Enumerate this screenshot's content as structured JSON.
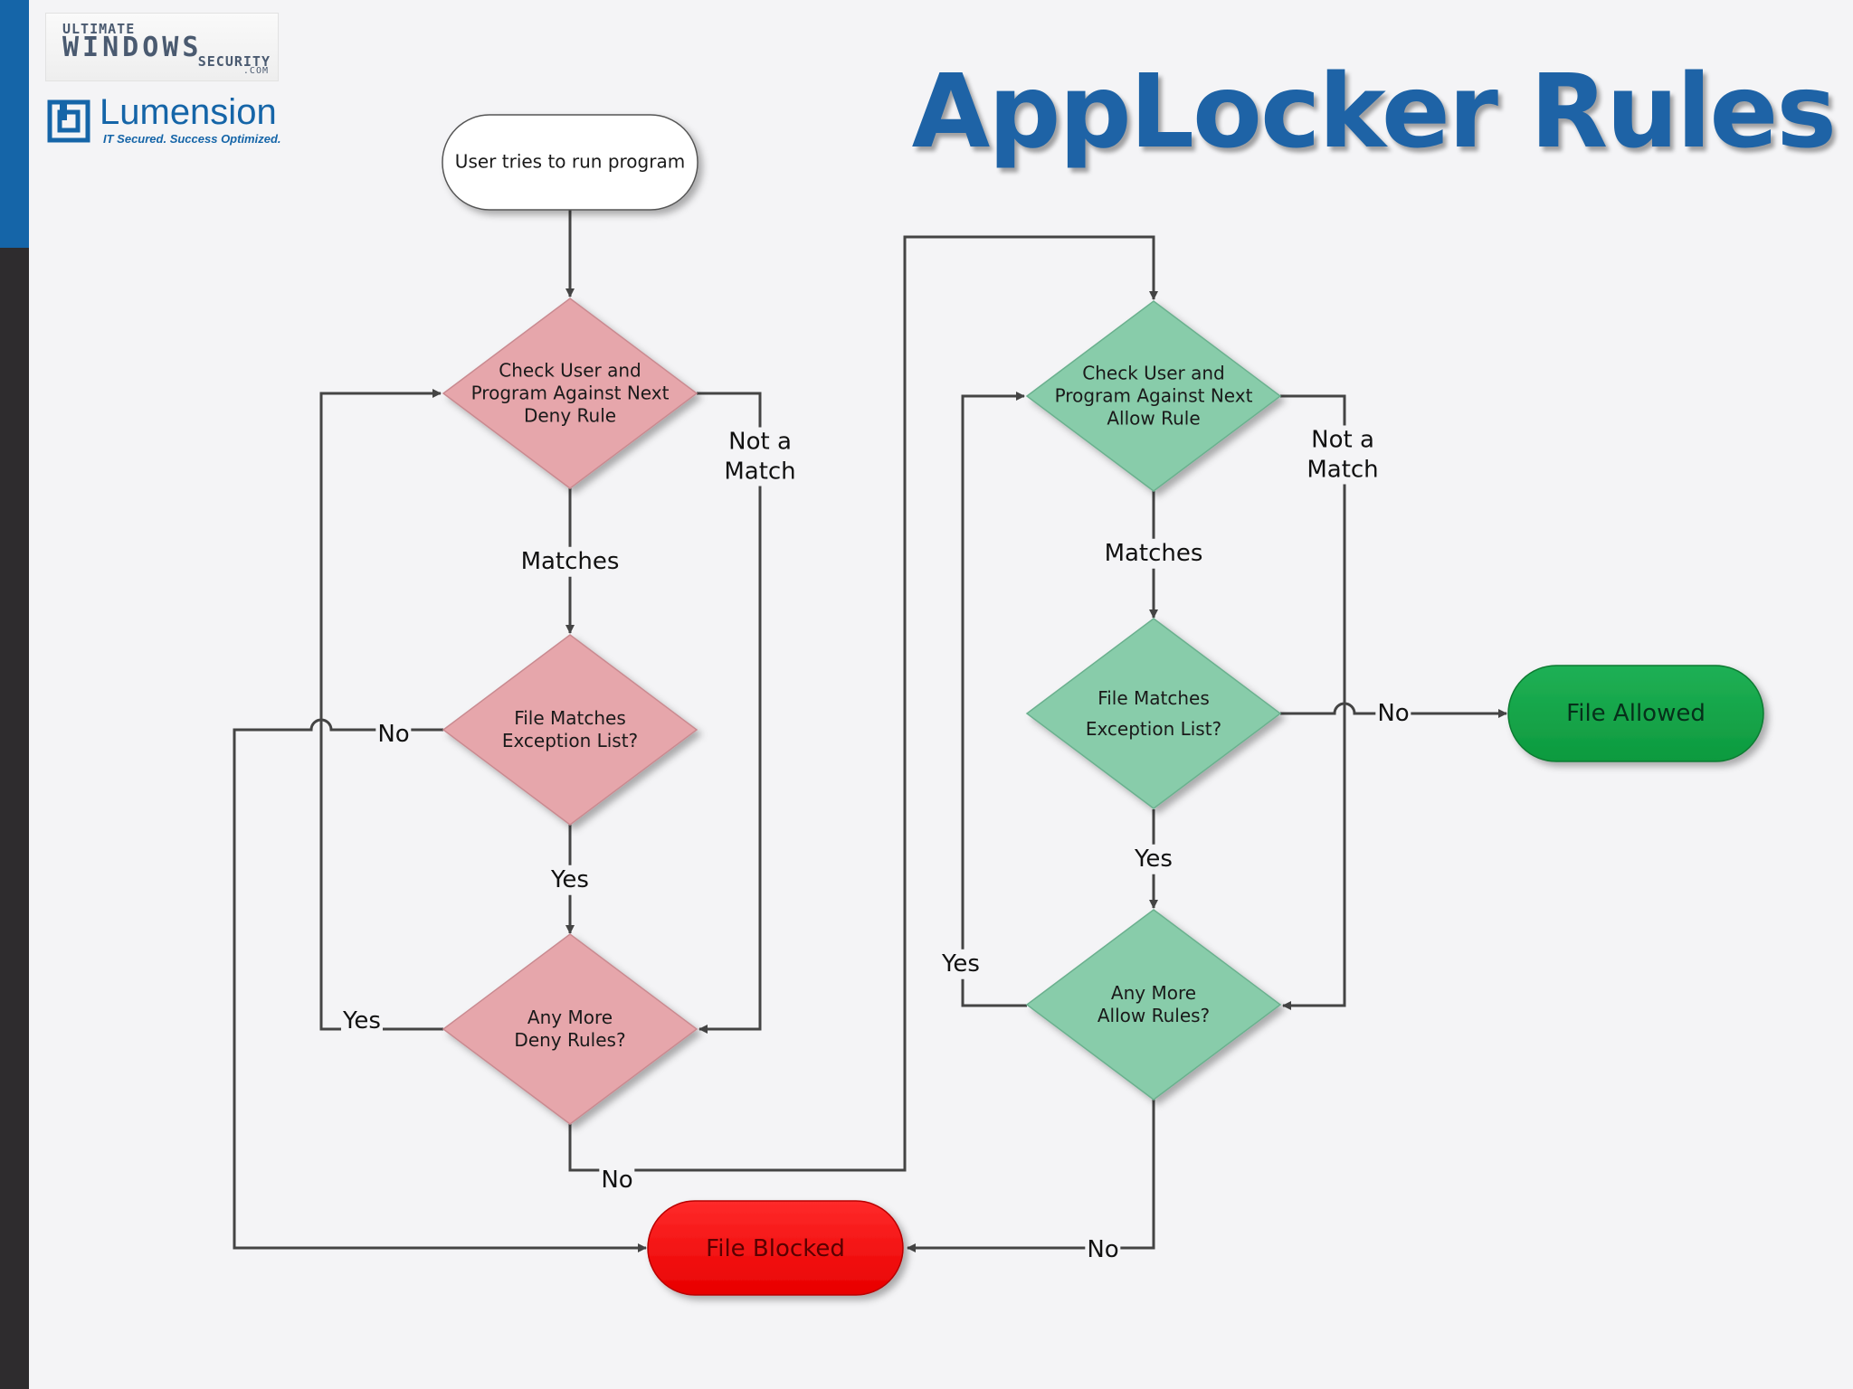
{
  "title": "AppLocker Rules",
  "logos": {
    "uws": {
      "line1": "ULTIMATE",
      "line2": "WINDOWS",
      "line3": "SECURITY",
      "line4": ".COM"
    },
    "lumension": {
      "name": "Lumension",
      "tagline": "IT Secured. Success Optimized."
    }
  },
  "colors": {
    "title": "#1e63a6",
    "deny_fill": "#e6a6ab",
    "allow_fill": "#88ccaa",
    "blocked_fill": "#ff0000",
    "allowed_fill": "#16a347",
    "accent_bar": "#1565a8"
  },
  "nodes": {
    "start": "User tries to run program",
    "deny_check": [
      "Check User and",
      "Program Against Next",
      "Deny Rule"
    ],
    "deny_exception": [
      "File Matches",
      "Exception List?"
    ],
    "deny_more": [
      "Any More",
      "Deny Rules?"
    ],
    "allow_check": [
      "Check User and",
      "Program Against Next",
      "Allow Rule"
    ],
    "allow_exception": [
      "File Matches",
      "Exception List?"
    ],
    "allow_more": [
      "Any More",
      "Allow Rules?"
    ],
    "file_blocked": "File Blocked",
    "file_allowed": "File Allowed"
  },
  "edges": {
    "deny_not_match": [
      "Not a",
      "Match"
    ],
    "deny_matches": "Matches",
    "deny_exception_no": "No",
    "deny_exception_yes": "Yes",
    "deny_more_yes": "Yes",
    "deny_more_no": "No",
    "allow_not_match": [
      "Not a",
      "Match"
    ],
    "allow_matches": "Matches",
    "allow_exception_no": "No",
    "allow_exception_yes": "Yes",
    "allow_more_yes": "Yes",
    "allow_more_no": "No"
  }
}
